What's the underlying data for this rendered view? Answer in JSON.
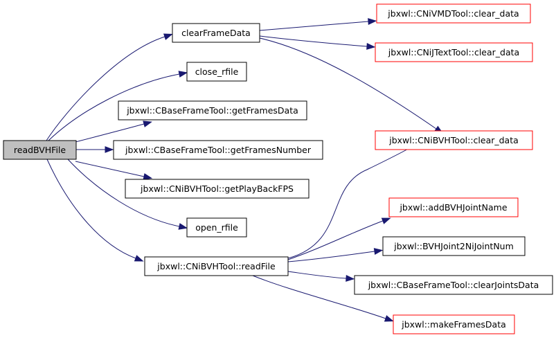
{
  "graph": {
    "colors": {
      "edge": "#191970",
      "normal_border": "#000000",
      "linked_border": "#ff0000",
      "root_fill": "#bfbfbf",
      "fill": "#ffffff"
    },
    "nodes": [
      {
        "id": "readbvhfile",
        "label": "readBVHFile",
        "style": "root"
      },
      {
        "id": "clearframedata",
        "label": "clearFrameData",
        "style": "normal"
      },
      {
        "id": "close-rfile",
        "label": "close_rfile",
        "style": "normal"
      },
      {
        "id": "getframesdata",
        "label": "jbxwl::CBaseFrameTool::getFramesData",
        "style": "normal"
      },
      {
        "id": "getframesnumber",
        "label": "jbxwl::CBaseFrameTool::getFramesNumber",
        "style": "normal"
      },
      {
        "id": "getplaybackfps",
        "label": "jbxwl::CNiBVHTool::getPlayBackFPS",
        "style": "normal"
      },
      {
        "id": "open-rfile",
        "label": "open_rfile",
        "style": "normal"
      },
      {
        "id": "readfile",
        "label": "jbxwl::CNiBVHTool::readFile",
        "style": "normal"
      },
      {
        "id": "vmd-clear-data",
        "label": "jbxwl::CNiVMDTool::clear_data",
        "style": "linked"
      },
      {
        "id": "jtext-clear-data",
        "label": "jbxwl::CNiJTextTool::clear_data",
        "style": "linked"
      },
      {
        "id": "bvh-clear-data",
        "label": "jbxwl::CNiBVHTool::clear_data",
        "style": "linked"
      },
      {
        "id": "addbvhjointname",
        "label": "jbxwl::addBVHJointName",
        "style": "linked"
      },
      {
        "id": "bvhjoint2nijointnum",
        "label": "jbxwl::BVHJoint2NiJointNum",
        "style": "normal"
      },
      {
        "id": "clearjointsdata",
        "label": "jbxwl::CBaseFrameTool::clearJointsData",
        "style": "normal"
      },
      {
        "id": "makeframesdata",
        "label": "jbxwl::makeFramesData",
        "style": "linked"
      }
    ],
    "edges": [
      {
        "from": "readbvhfile",
        "to": "clearframedata"
      },
      {
        "from": "readbvhfile",
        "to": "close-rfile"
      },
      {
        "from": "readbvhfile",
        "to": "getframesdata"
      },
      {
        "from": "readbvhfile",
        "to": "getframesnumber"
      },
      {
        "from": "readbvhfile",
        "to": "getplaybackfps"
      },
      {
        "from": "readbvhfile",
        "to": "open-rfile"
      },
      {
        "from": "readbvhfile",
        "to": "readfile"
      },
      {
        "from": "clearframedata",
        "to": "vmd-clear-data"
      },
      {
        "from": "clearframedata",
        "to": "jtext-clear-data"
      },
      {
        "from": "clearframedata",
        "to": "bvh-clear-data"
      },
      {
        "from": "readfile",
        "to": "bvh-clear-data"
      },
      {
        "from": "readfile",
        "to": "addbvhjointname"
      },
      {
        "from": "readfile",
        "to": "bvhjoint2nijointnum"
      },
      {
        "from": "readfile",
        "to": "clearjointsdata"
      },
      {
        "from": "readfile",
        "to": "makeframesdata"
      }
    ]
  }
}
